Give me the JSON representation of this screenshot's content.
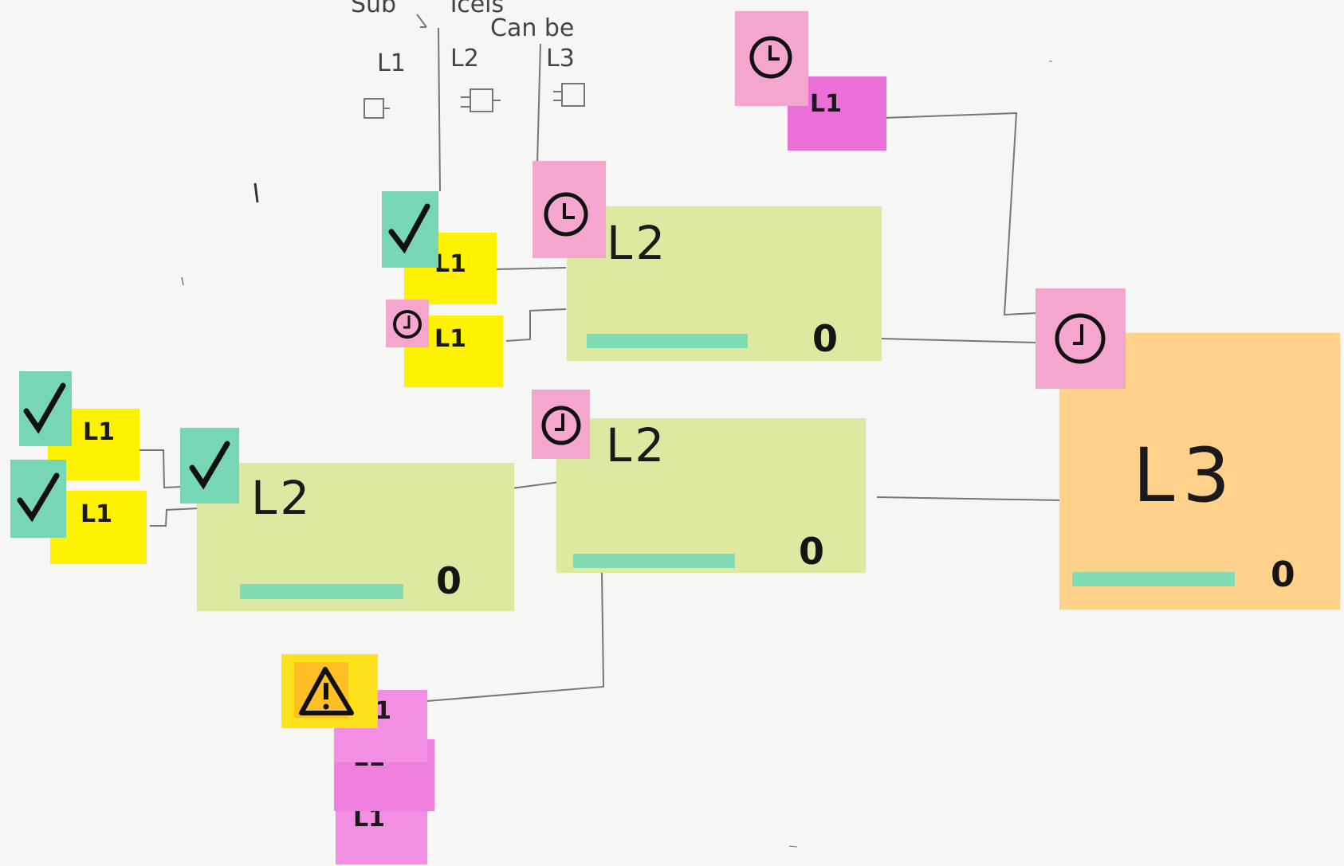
{
  "colors": {
    "yellow": "#fff200",
    "green_note": "#dde8a0",
    "orange_note": "#ffd18a",
    "pink": "#f4a6cf",
    "magenta": "#ea6fd6",
    "light_magenta": "#f28fe4",
    "teal": "#77d6b3",
    "progress": "#7fdcb4",
    "line": "#777777"
  },
  "legend_sketch": {
    "top_text_1": "Sub",
    "top_text_2": "Tcels",
    "top_text_3": "Can be",
    "columns": [
      "L1",
      "L2",
      "L3"
    ]
  },
  "groups": {
    "top_right_l1": {
      "label": "L1",
      "icon": "clock-icon"
    },
    "top_l2": {
      "title": "L2",
      "count": "0",
      "status_icon": "clock-icon",
      "inputs": [
        {
          "label": "L1",
          "status_icon": "check-icon"
        },
        {
          "label": "L1",
          "status_icon": "clock-icon"
        }
      ]
    },
    "middle_l2": {
      "title": "L2",
      "count": "0",
      "status_icon": "clock-icon"
    },
    "left_l2": {
      "title": "L2",
      "count": "0",
      "status_icon": "check-icon",
      "inputs": [
        {
          "label": "L1",
          "status_icon": "check-icon"
        },
        {
          "label": "L1",
          "status_icon": "check-icon"
        }
      ]
    },
    "bottom_l1_stack": {
      "status_icon": "warning-icon",
      "items": [
        "L1",
        "L1",
        "L1"
      ]
    },
    "l3": {
      "title": "L3",
      "count": "0",
      "status_icon": "clock-icon"
    }
  }
}
